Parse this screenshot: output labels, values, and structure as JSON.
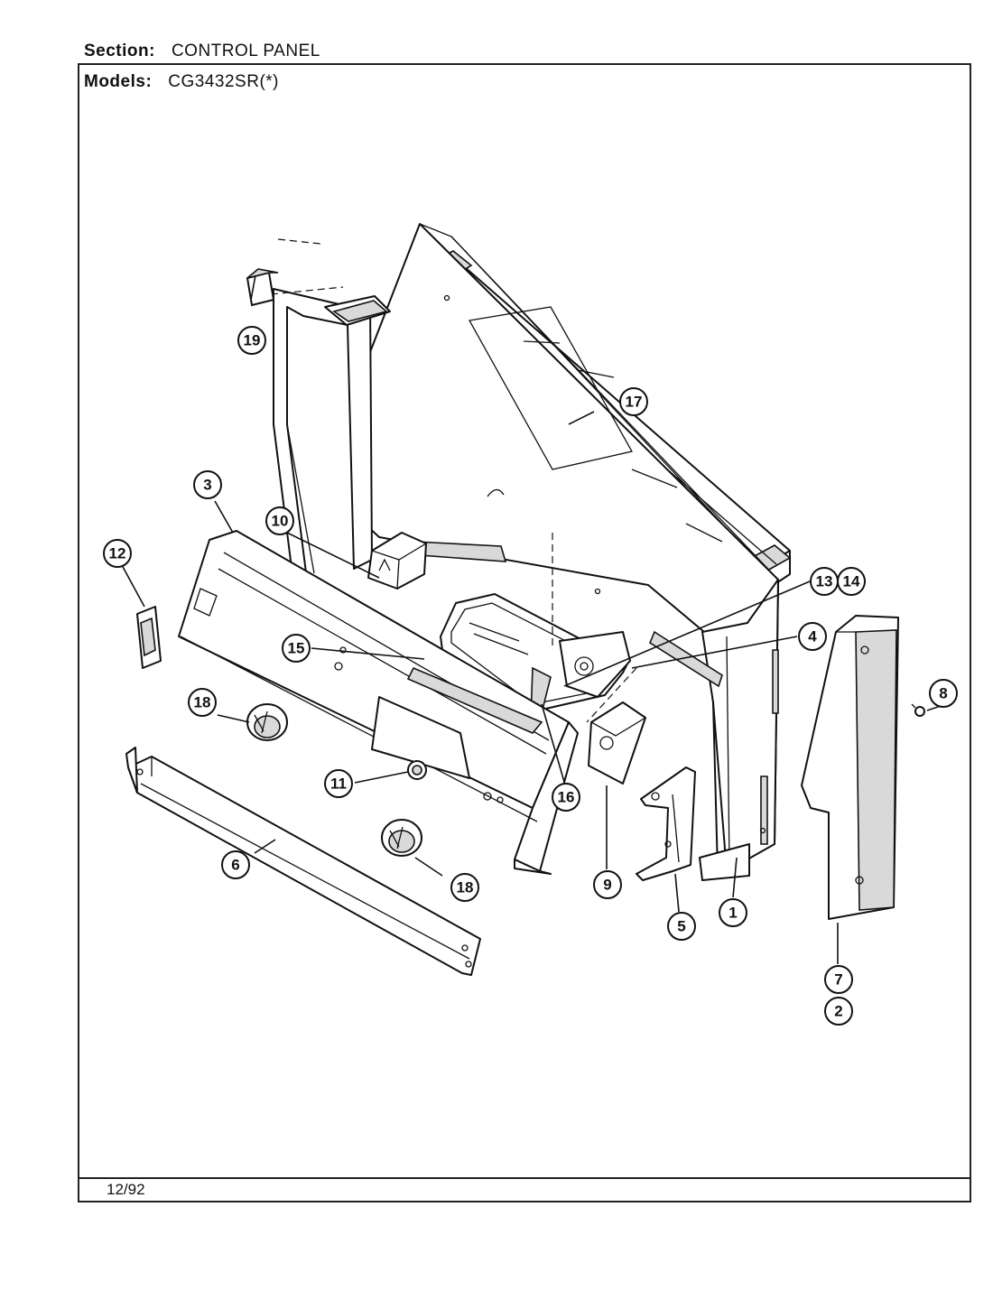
{
  "header": {
    "section_label": "Section:",
    "section_value": "CONTROL PANEL",
    "models_label": "Models:",
    "models_value": "CG3432SR(*)"
  },
  "footer": {
    "date_code": "12/92"
  },
  "callouts": [
    "1",
    "2",
    "3",
    "4",
    "5",
    "6",
    "7",
    "8",
    "9",
    "10",
    "11",
    "12",
    "13",
    "14",
    "15",
    "16",
    "17",
    "18",
    "18",
    "19"
  ]
}
